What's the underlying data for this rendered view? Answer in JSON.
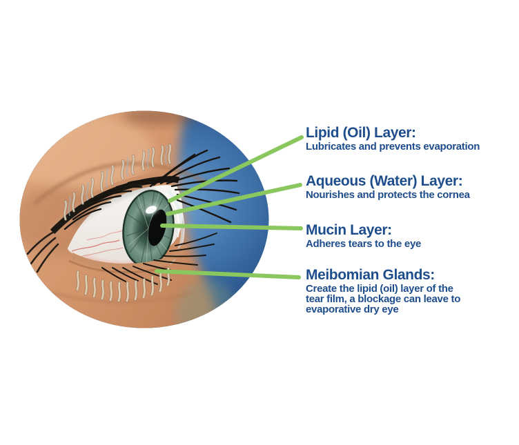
{
  "page": {
    "background_color": "#FFFFFF",
    "description": "Tear film anatomy diagram: close-up eye illustration in a blue circle with four green leader lines pointing to labeled layers"
  },
  "figure": {
    "name": "eye-tear-film-illustration",
    "accent_green": "#8BC75F",
    "label_navy": "#1E4D8C",
    "circle_blue_dark": "#16355C",
    "circle_blue_mid": "#4679B0",
    "skin_tone": "#D2946B",
    "iris_green": "#7C9A8C"
  },
  "labels": [
    {
      "id": "lipid",
      "heading": "Lipid (Oil) Layer:",
      "description": "Lubricates and prevents evaporation"
    },
    {
      "id": "aqueous",
      "heading": "Aqueous (Water) Layer:",
      "description": "Nourishes and protects the cornea"
    },
    {
      "id": "mucin",
      "heading": "Mucin Layer:",
      "description": "Adheres tears to the eye"
    },
    {
      "id": "meibomian",
      "heading": "Meibomian Glands:",
      "description": "Create the lipid (oil) layer of the\ntear film, a blockage can leave to\nevaporative dry eye"
    }
  ]
}
